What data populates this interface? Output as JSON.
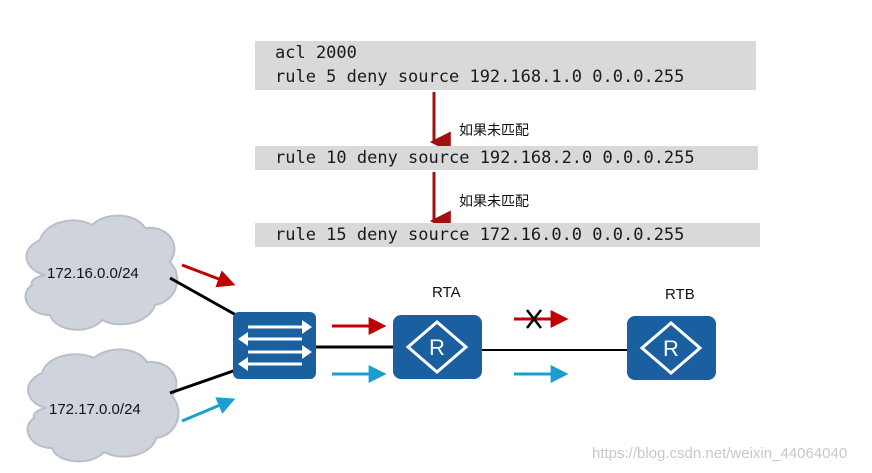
{
  "acl_box_1": {
    "line1": "acl 2000",
    "line2": "rule 5 deny source 192.168.1.0 0.0.0.255"
  },
  "acl_box_2": {
    "line1": "rule 10 deny source 192.168.2.0 0.0.0.255"
  },
  "acl_box_3": {
    "line1": "rule 15 deny source 172.16.0.0 0.0.0.255"
  },
  "notes": {
    "no_match_1": "如果未匹配",
    "no_match_2": "如果未匹配"
  },
  "networks": {
    "net1": "172.16.0.0/24",
    "net2": "172.17.0.0/24"
  },
  "devices": {
    "router_a": "RTA",
    "router_b": "RTB",
    "router_a_icon": "R",
    "router_b_icon": "R"
  },
  "watermark": "https://blog.csdn.net/weixin_44064040",
  "colors": {
    "red_flow": "#c00000",
    "blue_flow": "#1a9fd0",
    "device_blue": "#1a5fa0",
    "code_bg": "#d9d9d9",
    "cloud": "#cfd4dc"
  }
}
